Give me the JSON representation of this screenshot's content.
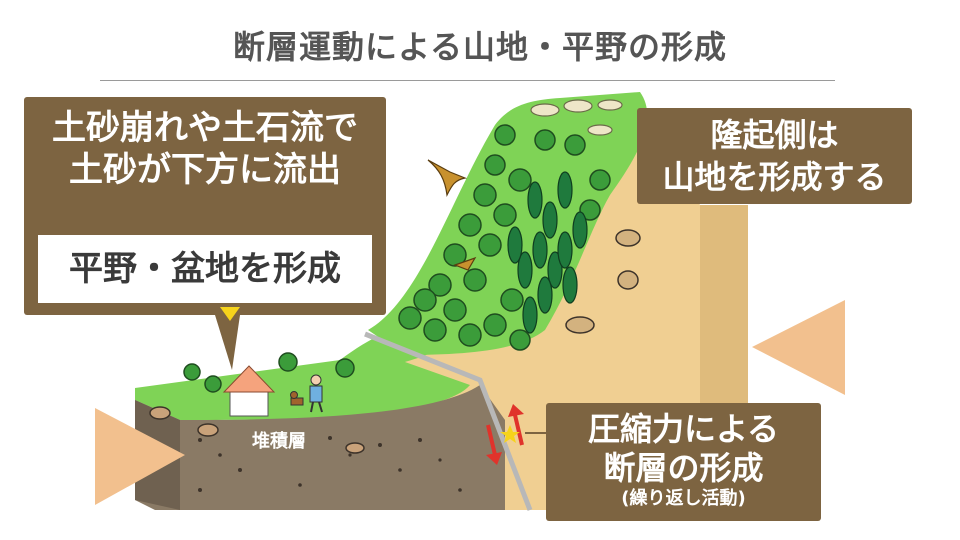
{
  "title": "断層運動による山地・平野の形成",
  "labels": {
    "landslide_line1": "土砂崩れや土石流で",
    "landslide_line2": "土砂が下方に流出",
    "plain_basin": "平野・盆地を形成",
    "uplift_line1": "隆起側は",
    "uplift_line2": "山地を形成する",
    "fault_line1": "圧縮力による",
    "fault_line2": "断層の形成",
    "fault_note": "(繰り返し活動)",
    "sediment": "堆積層"
  },
  "colors": {
    "label_box": "#7d6441",
    "grass": "#7fd356",
    "soil_top": "#f0cf92",
    "soil_side": "#e6c486",
    "sediment": "#8a7a65",
    "compression_arrow": "#f2c08e",
    "fault_line": "#b8b8b8",
    "motion_arrow": "#e0332b",
    "epicenter_star": "#f6d31b",
    "pointer_arrow": "#f6d31b"
  }
}
